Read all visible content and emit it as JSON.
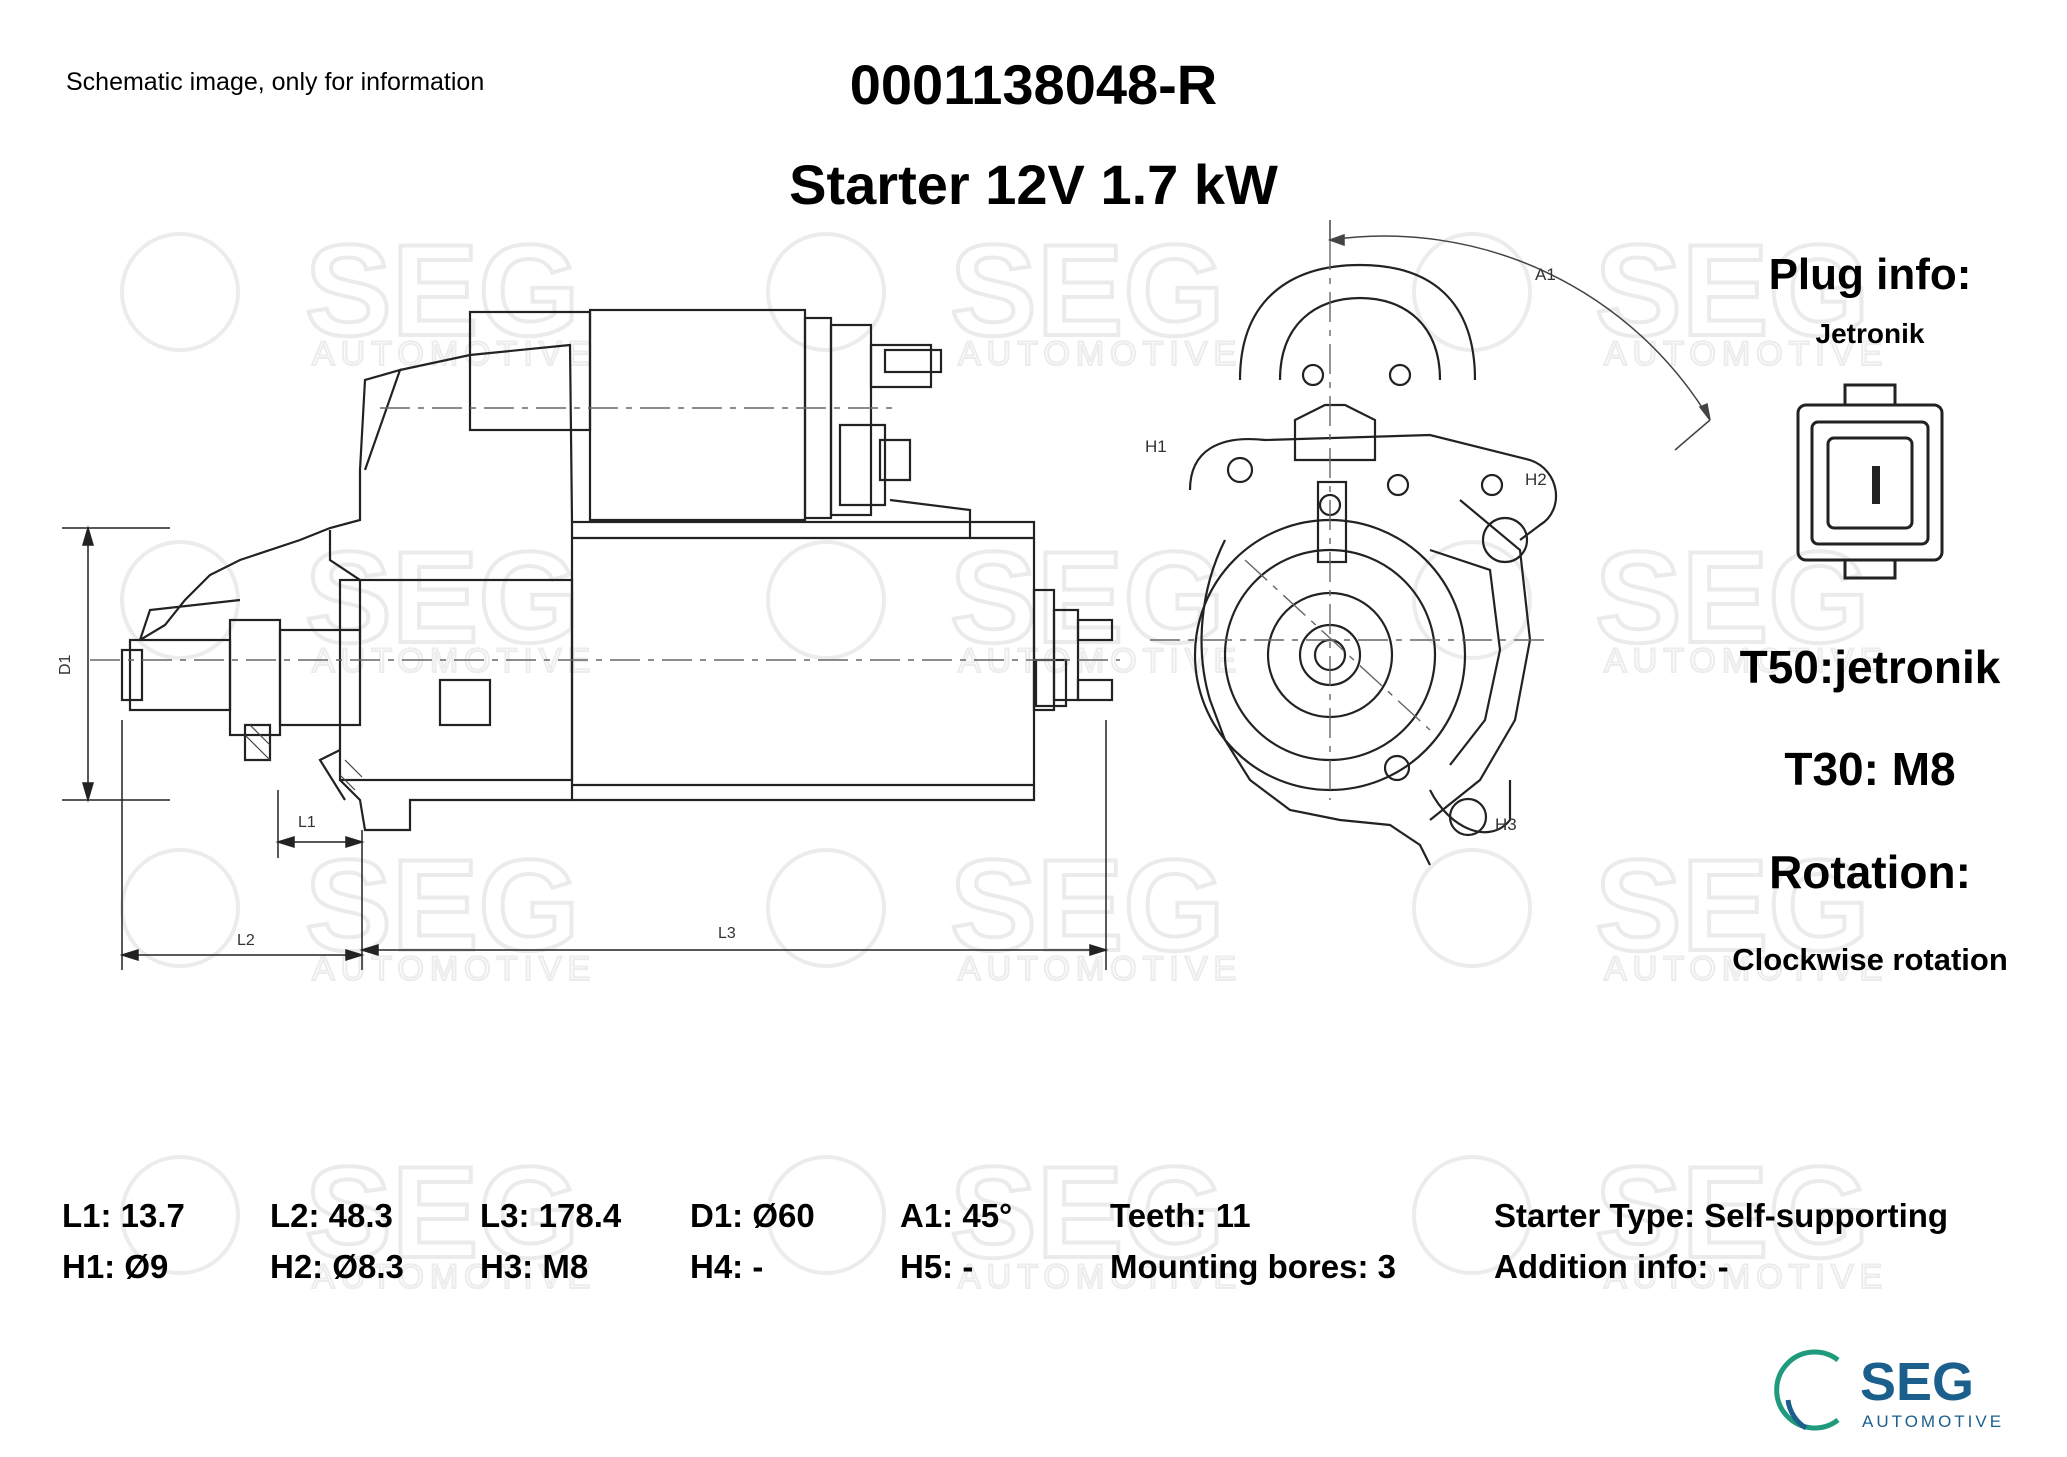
{
  "header": {
    "disclaimer": "Schematic image, only for information",
    "part_number": "0001138048-R",
    "title": "Starter 12V 1.7 kW"
  },
  "watermark": {
    "brand": "SEG",
    "sub": "AUTOMOTIVE"
  },
  "drawing_labels": {
    "d1": "D1",
    "l1": "L1",
    "l2": "L2",
    "l3": "L3",
    "h1": "H1",
    "h2": "H2",
    "h3": "H3",
    "a1": "A1"
  },
  "plug": {
    "title": "Plug info:",
    "type": "Jetronik",
    "t50": "T50:jetronik",
    "t30": "T30: M8",
    "rotation_title": "Rotation:",
    "rotation_value": "Clockwise rotation"
  },
  "specs": {
    "row1": [
      "L1: 13.7",
      "L2: 48.3",
      "L3: 178.4",
      "D1: Ø60",
      "A1: 45°",
      "Teeth: 11",
      "Starter Type:  Self-supporting"
    ],
    "row2": [
      "H1: Ø9",
      "H2: Ø8.3",
      "H3: M8",
      "H4: -",
      "H5: -",
      "Mounting bores: 3",
      "Addition info: -"
    ]
  },
  "logo": {
    "brand": "SEG",
    "sub": "AUTOMOTIVE",
    "color": "#1b5f8c",
    "ring_color": "#1f9a7d"
  }
}
